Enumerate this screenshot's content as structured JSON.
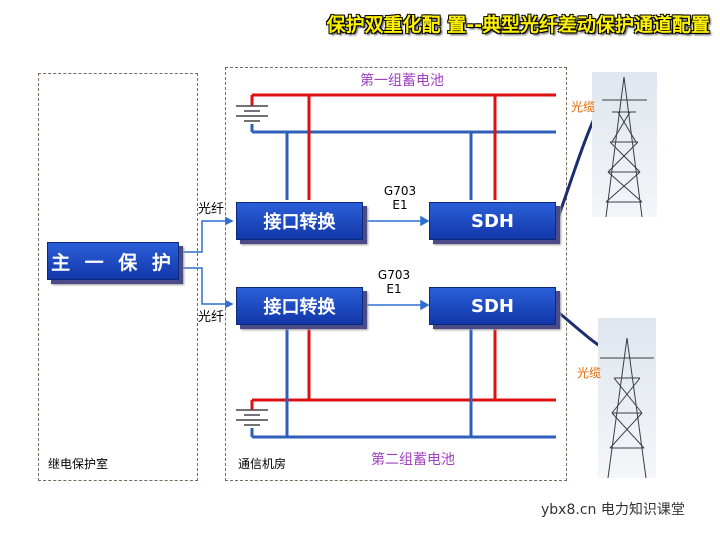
{
  "title": "保护双重化配 置--典型光纤差动保护通道配置",
  "rooms": {
    "relay_room": "继电保护室",
    "comm_room": "通信机房"
  },
  "batteries": {
    "group1": "第一组蓄电池",
    "group2": "第二组蓄电池"
  },
  "main_protection": "主 一 保 护",
  "fiber_top": "光纤",
  "fiber_bottom": "光纤",
  "interface_top": "接口转换",
  "interface_bottom": "接口转换",
  "sdh_top": "SDH",
  "sdh_bottom": "SDH",
  "link_top": {
    "line1": "G703",
    "line2": "E1"
  },
  "link_bottom": {
    "line1": "G703",
    "line2": "E1"
  },
  "cable_top": "光缆",
  "cable_bottom": "光缆",
  "watermark": "ybx8.cn 电力知识课堂",
  "colors": {
    "power_line": "#dd1111",
    "bus_line": "#2f5fb8",
    "box_blue": "#1f4fc7",
    "title_yellow": "#fff200"
  }
}
